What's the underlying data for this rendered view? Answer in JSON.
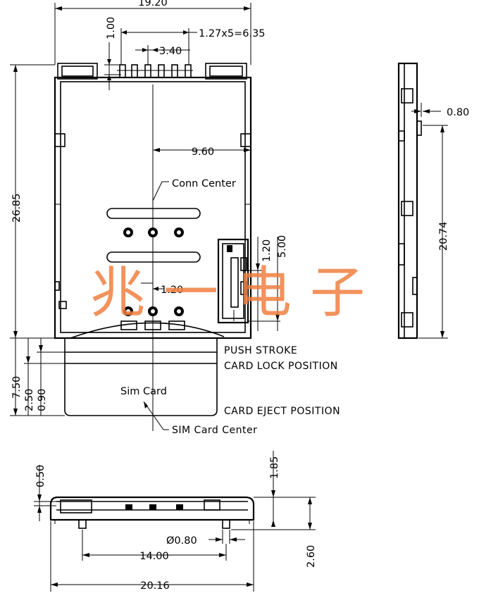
{
  "dimensions": {
    "width_top": "19.20",
    "pitch": "1.27x5=6.35",
    "pin_offset": "3.40",
    "pin_height": "1.00",
    "center_offset": "9.60",
    "overall_height": "26.85",
    "slot_a": "1.20",
    "slot_b": "5.00",
    "inner_offset": "1.20",
    "side_protrusion": "0.80",
    "side_length": "20.74",
    "stroke_total": "7.50",
    "stroke_lock": "2.50",
    "stroke_push": "0.90",
    "bottom_top_step": "0.50",
    "bottom_right_step": "1.85",
    "peg_diameter": "Ø0.80",
    "peg_span": "14.00",
    "bottom_height": "2.60",
    "bottom_width": "20.16"
  },
  "labels": {
    "conn_center": "Conn Center",
    "push_stroke": "PUSH STROKE",
    "card_lock": "CARD LOCK POSITION",
    "sim_card": "Sim Card",
    "card_eject": "CARD EJECT POSITION",
    "sim_card_center": "SIM Card Center"
  },
  "watermark": {
    "text": "兆一电子",
    "color": "#f08040"
  }
}
